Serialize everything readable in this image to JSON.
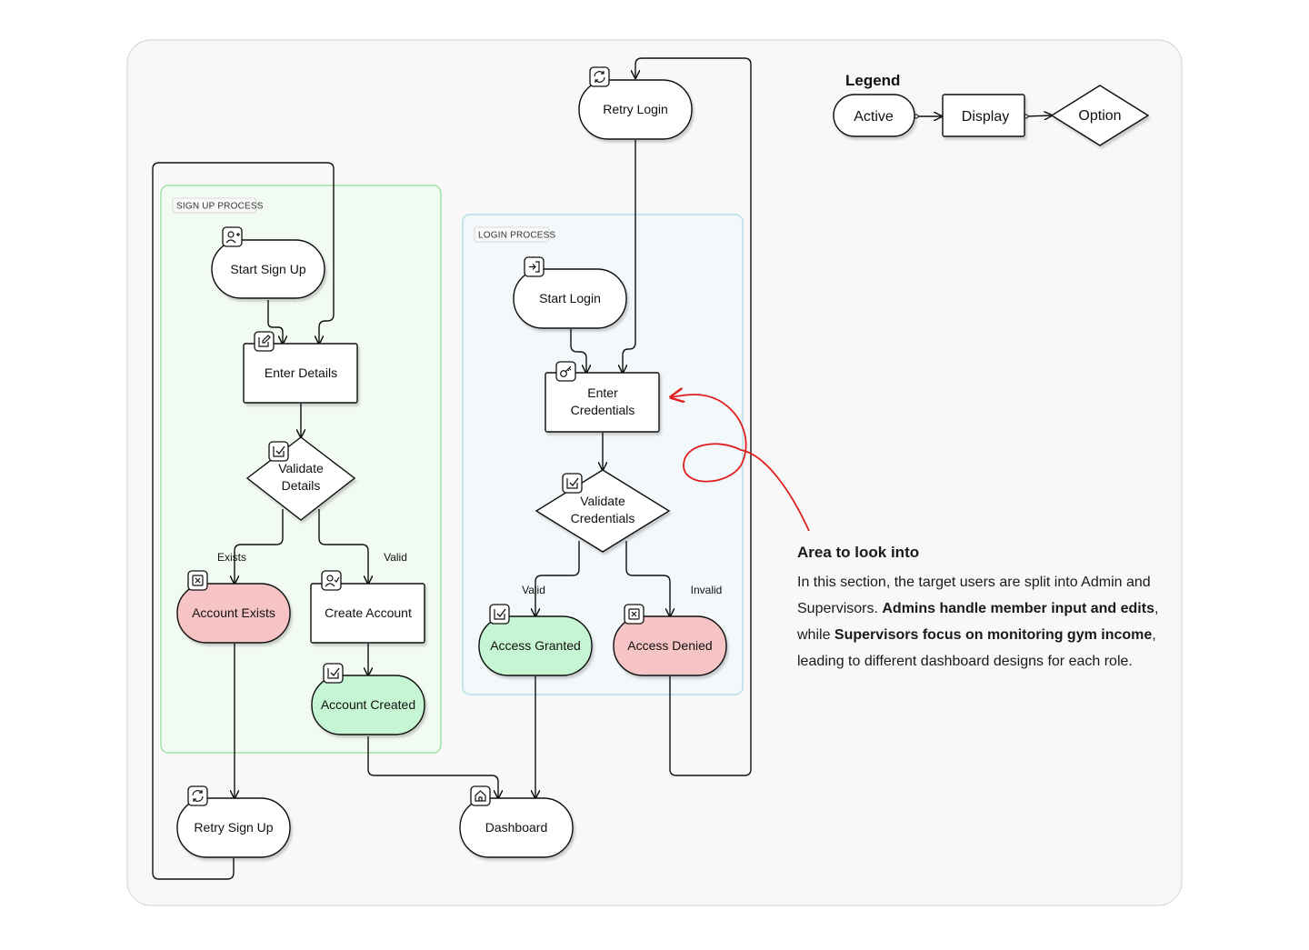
{
  "groups": {
    "signup": "SIGN UP PROCESS",
    "login": "LOGIN PROCESS"
  },
  "legend": {
    "title": "Legend",
    "active": "Active",
    "display": "Display",
    "option": "Option"
  },
  "nodes": {
    "start_sign_up": "Start Sign Up",
    "enter_details": "Enter Details",
    "validate_details": [
      "Validate",
      "Details"
    ],
    "account_exists": "Account Exists",
    "create_account": "Create Account",
    "account_created": "Account Created",
    "retry_sign_up": "Retry Sign Up",
    "retry_login": "Retry Login",
    "start_login": "Start Login",
    "enter_credentials": [
      "Enter",
      "Credentials"
    ],
    "validate_credentials": [
      "Validate",
      "Credentials"
    ],
    "access_granted": "Access Granted",
    "access_denied": "Access Denied",
    "dashboard": "Dashboard"
  },
  "edge_labels": {
    "exists": "Exists",
    "valid_signup": "Valid",
    "valid_login": "Valid",
    "invalid": "Invalid"
  },
  "icons": {
    "start_sign_up": "user-plus-icon",
    "enter_details": "edit-icon",
    "validate_details": "checkbox-icon",
    "account_exists": "x-square-icon",
    "create_account": "user-check-icon",
    "account_created": "checkbox-icon",
    "retry_sign_up": "refresh-icon",
    "retry_login": "refresh-icon",
    "start_login": "login-icon",
    "enter_credentials": "key-icon",
    "validate_credentials": "checkbox-icon",
    "access_granted": "checkbox-icon",
    "access_denied": "x-square-icon",
    "dashboard": "home-icon"
  },
  "colors": {
    "success": "#c6f5d3",
    "danger": "#f6c4c4",
    "signup_group_border": "#9fe3a4",
    "login_group_border": "#b9dde8",
    "annotation": "#e01e1e"
  },
  "annotation": {
    "title": "Area to look into",
    "p1": "In this section, the target users are split into Admin and Supervisors. ",
    "b1": "Admins handle member input and edits",
    "p2": ", while ",
    "b2": "Supervisors focus on monitoring gym income",
    "p3": ", leading to different dashboard designs for each role."
  }
}
